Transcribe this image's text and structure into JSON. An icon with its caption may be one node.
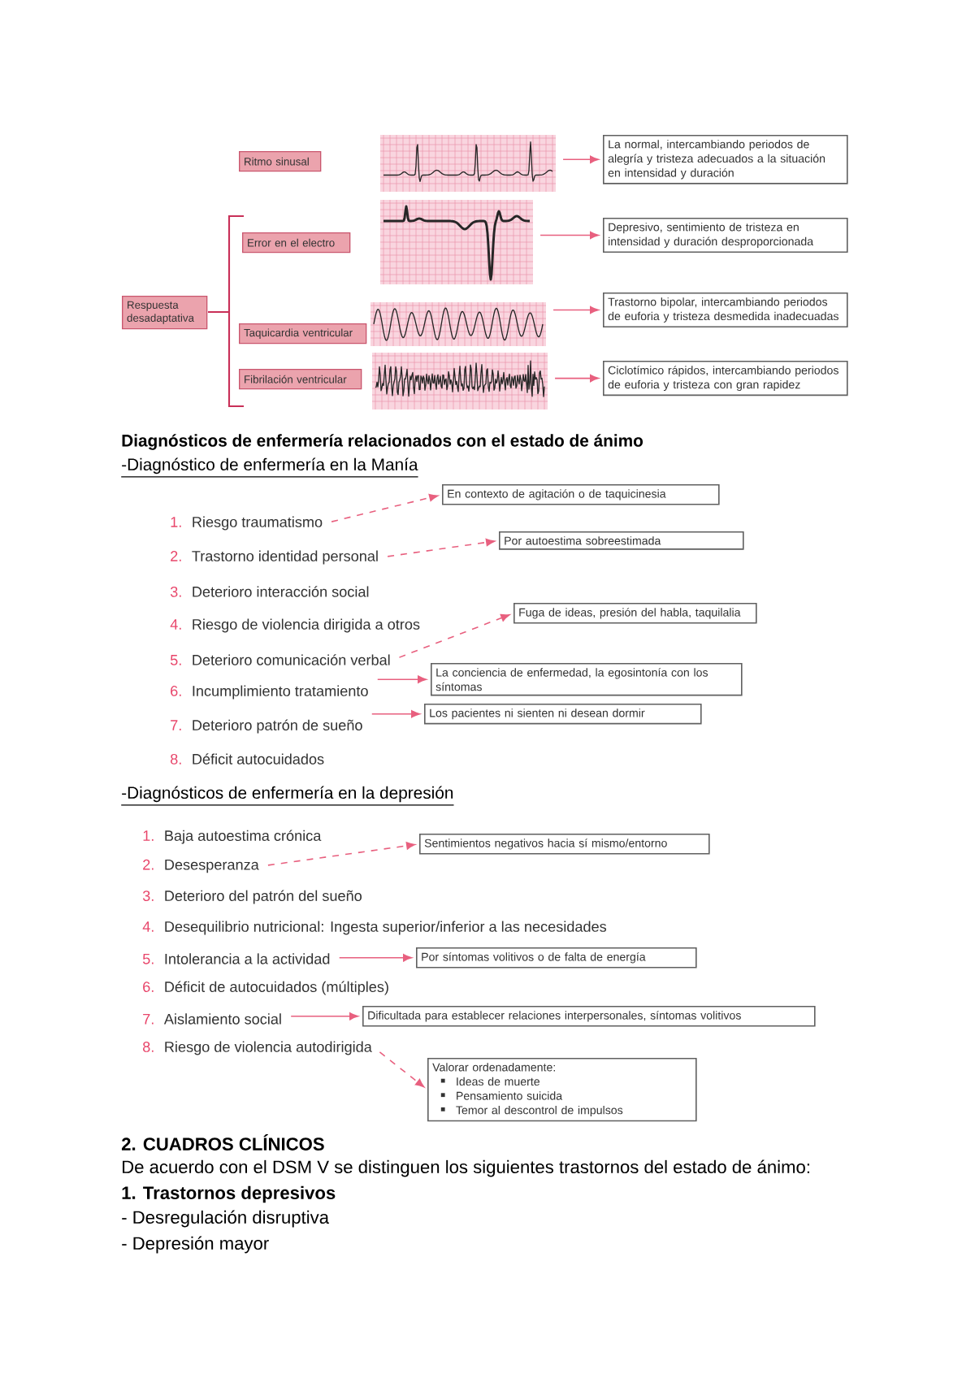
{
  "diagram": {
    "nodes": [
      {
        "text": [
          "Ritmo sinusal"
        ]
      },
      {
        "text": [],
        "shape": "picture"
      },
      {
        "text": [
          "La normal, intercambiando periodos de alegría y tristeza adecuados a la situación en intensidad y duración"
        ]
      },
      {
        "text": [
          "Error en el electro"
        ]
      },
      {
        "text": [],
        "shape": "picture"
      },
      {
        "text": [
          "Depresivo, sentimiento de tristeza en intensidad y duración desproporcionada"
        ]
      },
      {
        "text": [
          "Respuesta desadaptativa"
        ]
      },
      {
        "text": [
          "Taquicardia ventricular"
        ]
      },
      {
        "text": [],
        "shape": "picture"
      },
      {
        "text": [
          "Trastorno bipolar, intercambiando periodos de euforia y tristeza desmedida inadecuadas"
        ]
      },
      {
        "text": [
          "Fibrilación ventricular"
        ]
      },
      {
        "text": [],
        "shape": "picture"
      },
      {
        "text": [
          "Ciclotímico rápidos, intercambiando periodos de euforia y tristeza con gran rapidez"
        ]
      },
      {
        "text": [
          "1.",
          "Riesgo traumatismo"
        ]
      },
      {
        "text": [
          "2.",
          "Trastorno identidad personal"
        ]
      },
      {
        "text": [
          "3.",
          "Deterioro interacción social"
        ]
      },
      {
        "text": [
          "4.",
          "Riesgo de violencia dirigida a otros"
        ]
      },
      {
        "text": [
          "5.",
          "Deterioro comunicación verbal"
        ]
      },
      {
        "text": [
          "6.",
          "Incumplimiento tratamiento"
        ]
      },
      {
        "text": [
          "7.",
          "Deterioro patrón de sueño"
        ]
      },
      {
        "text": [
          "8.",
          "Déficit autocuidados"
        ]
      },
      {
        "text": [
          "En contexto de agitación o de taquicinesia"
        ]
      },
      {
        "text": [
          "Por autoestima sobreestimada"
        ]
      },
      {
        "text": [
          "Fuga de ideas, presión del habla, taquilalia"
        ]
      },
      {
        "text": [
          "La conciencia de enfermedad, la egosintonía con los síntomas"
        ]
      },
      {
        "text": [
          "Los pacientes ni sienten ni desean dormir"
        ]
      },
      {
        "text": [
          "1.",
          "Baja autoestima crónica"
        ]
      },
      {
        "text": [
          "2.",
          "Desesperanza"
        ]
      },
      {
        "text": [
          "3.",
          "Deterioro del patrón del sueño"
        ]
      },
      {
        "text": [
          "4.",
          "Desequilibrio nutricional: Ingesta superior/inferior a las necesidades"
        ]
      },
      {
        "text": [
          "5.",
          "Intolerancia a la actividad"
        ]
      },
      {
        "text": [
          "6.",
          "Déficit de autocuidados (múltiples)"
        ]
      },
      {
        "text": [
          "7.",
          "Aislamiento social"
        ]
      },
      {
        "text": [
          "8.",
          "Riesgo de violencia autodirigida"
        ]
      },
      {
        "text": [
          "Sentimientos negativos hacia sí mismo/entorno"
        ]
      },
      {
        "text": [
          "Por síntomas volitivos o de falta de energía"
        ]
      },
      {
        "text": [
          "Dificultada para establecer relaciones interpersonales, síntomas volitivos"
        ]
      },
      {
        "text": [
          "Valorar ordenadamente:",
          "Ideas de muerte",
          "Pensamiento suicida",
          "Temor al descontrol de impulsos"
        ]
      }
    ],
    "edges": [
      {
        "from": 1,
        "to": 2,
        "arrow": "to"
      },
      {
        "from": 4,
        "to": 5,
        "arrow": "to"
      },
      {
        "from": 8,
        "to": 9,
        "arrow": "to"
      },
      {
        "from": 11,
        "to": 12,
        "arrow": "to"
      },
      {
        "from": 13,
        "to": 21,
        "arrow": "to",
        "style": "dashed"
      },
      {
        "from": 14,
        "to": 22,
        "arrow": "to",
        "style": "dashed"
      },
      {
        "from": 17,
        "to": 23,
        "arrow": "to",
        "style": "dashed"
      },
      {
        "from": 18,
        "to": 24,
        "arrow": "to"
      },
      {
        "from": 19,
        "to": 25,
        "arrow": "to"
      },
      {
        "from": 27,
        "to": 34,
        "arrow": "to",
        "style": "dashed"
      },
      {
        "from": 30,
        "to": 35,
        "arrow": "to"
      },
      {
        "from": 32,
        "to": 36,
        "arrow": "to"
      },
      {
        "from": 33,
        "to": 37,
        "arrow": "to",
        "style": "dashed"
      }
    ],
    "labels": [
      "Diagnósticos de enfermería relacionados con el estado de ánimo",
      "-Diagnóstico de enfermería en la Manía",
      "-Diagnósticos de enfermería en la depresión",
      "2. CUADROS CLÍNICOS",
      "De acuerdo con el DSM V se distinguen los siguientes trastornos del estado de ánimo:",
      "1. Trastornos depresivos",
      "- Desregulación disruptiva",
      "- Depresión mayor"
    ]
  }
}
